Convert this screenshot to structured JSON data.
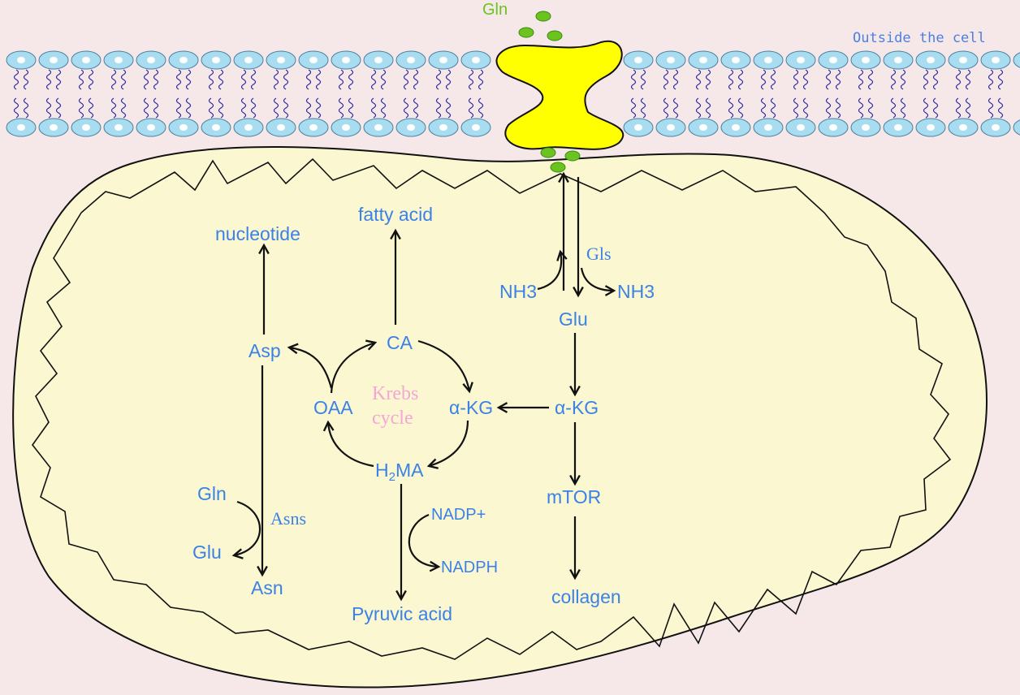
{
  "outside_label": "Outside the cell",
  "transporter_label": "Gln",
  "krebs": {
    "line1": "Krebs",
    "line2": "cycle"
  },
  "nodes": {
    "nucleotide": "nucleotide",
    "fatty_acid": "fatty acid",
    "asp": "Asp",
    "ca": "CA",
    "oaa": "OAA",
    "akg_cycle": "α-KG",
    "h2ma_main": "H",
    "h2ma_sub": "2",
    "h2ma_tail": "MA",
    "gln_left": "Gln",
    "glu_left": "Glu",
    "asn": "Asn",
    "asns": "Asns",
    "nadp_plus": "NADP+",
    "nadph": "NADPH",
    "pyruvic_acid": "Pyruvic acid",
    "nh3_left": "NH3",
    "nh3_right": "NH3",
    "gls": "Gls",
    "glu_right": "Glu",
    "akg_right": "α-KG",
    "mtor": "mTOR",
    "collagen": "collagen"
  },
  "colors": {
    "background": "#f6e8e8",
    "cell_fill": "#fbf7d0",
    "membrane_head": "#a8dcf0",
    "membrane_tail": "#2a2aa0",
    "transporter": "#ffff00",
    "gln_dot": "#6cc21f",
    "label": "#3b82e6",
    "krebs_label": "#f4a6d6"
  }
}
